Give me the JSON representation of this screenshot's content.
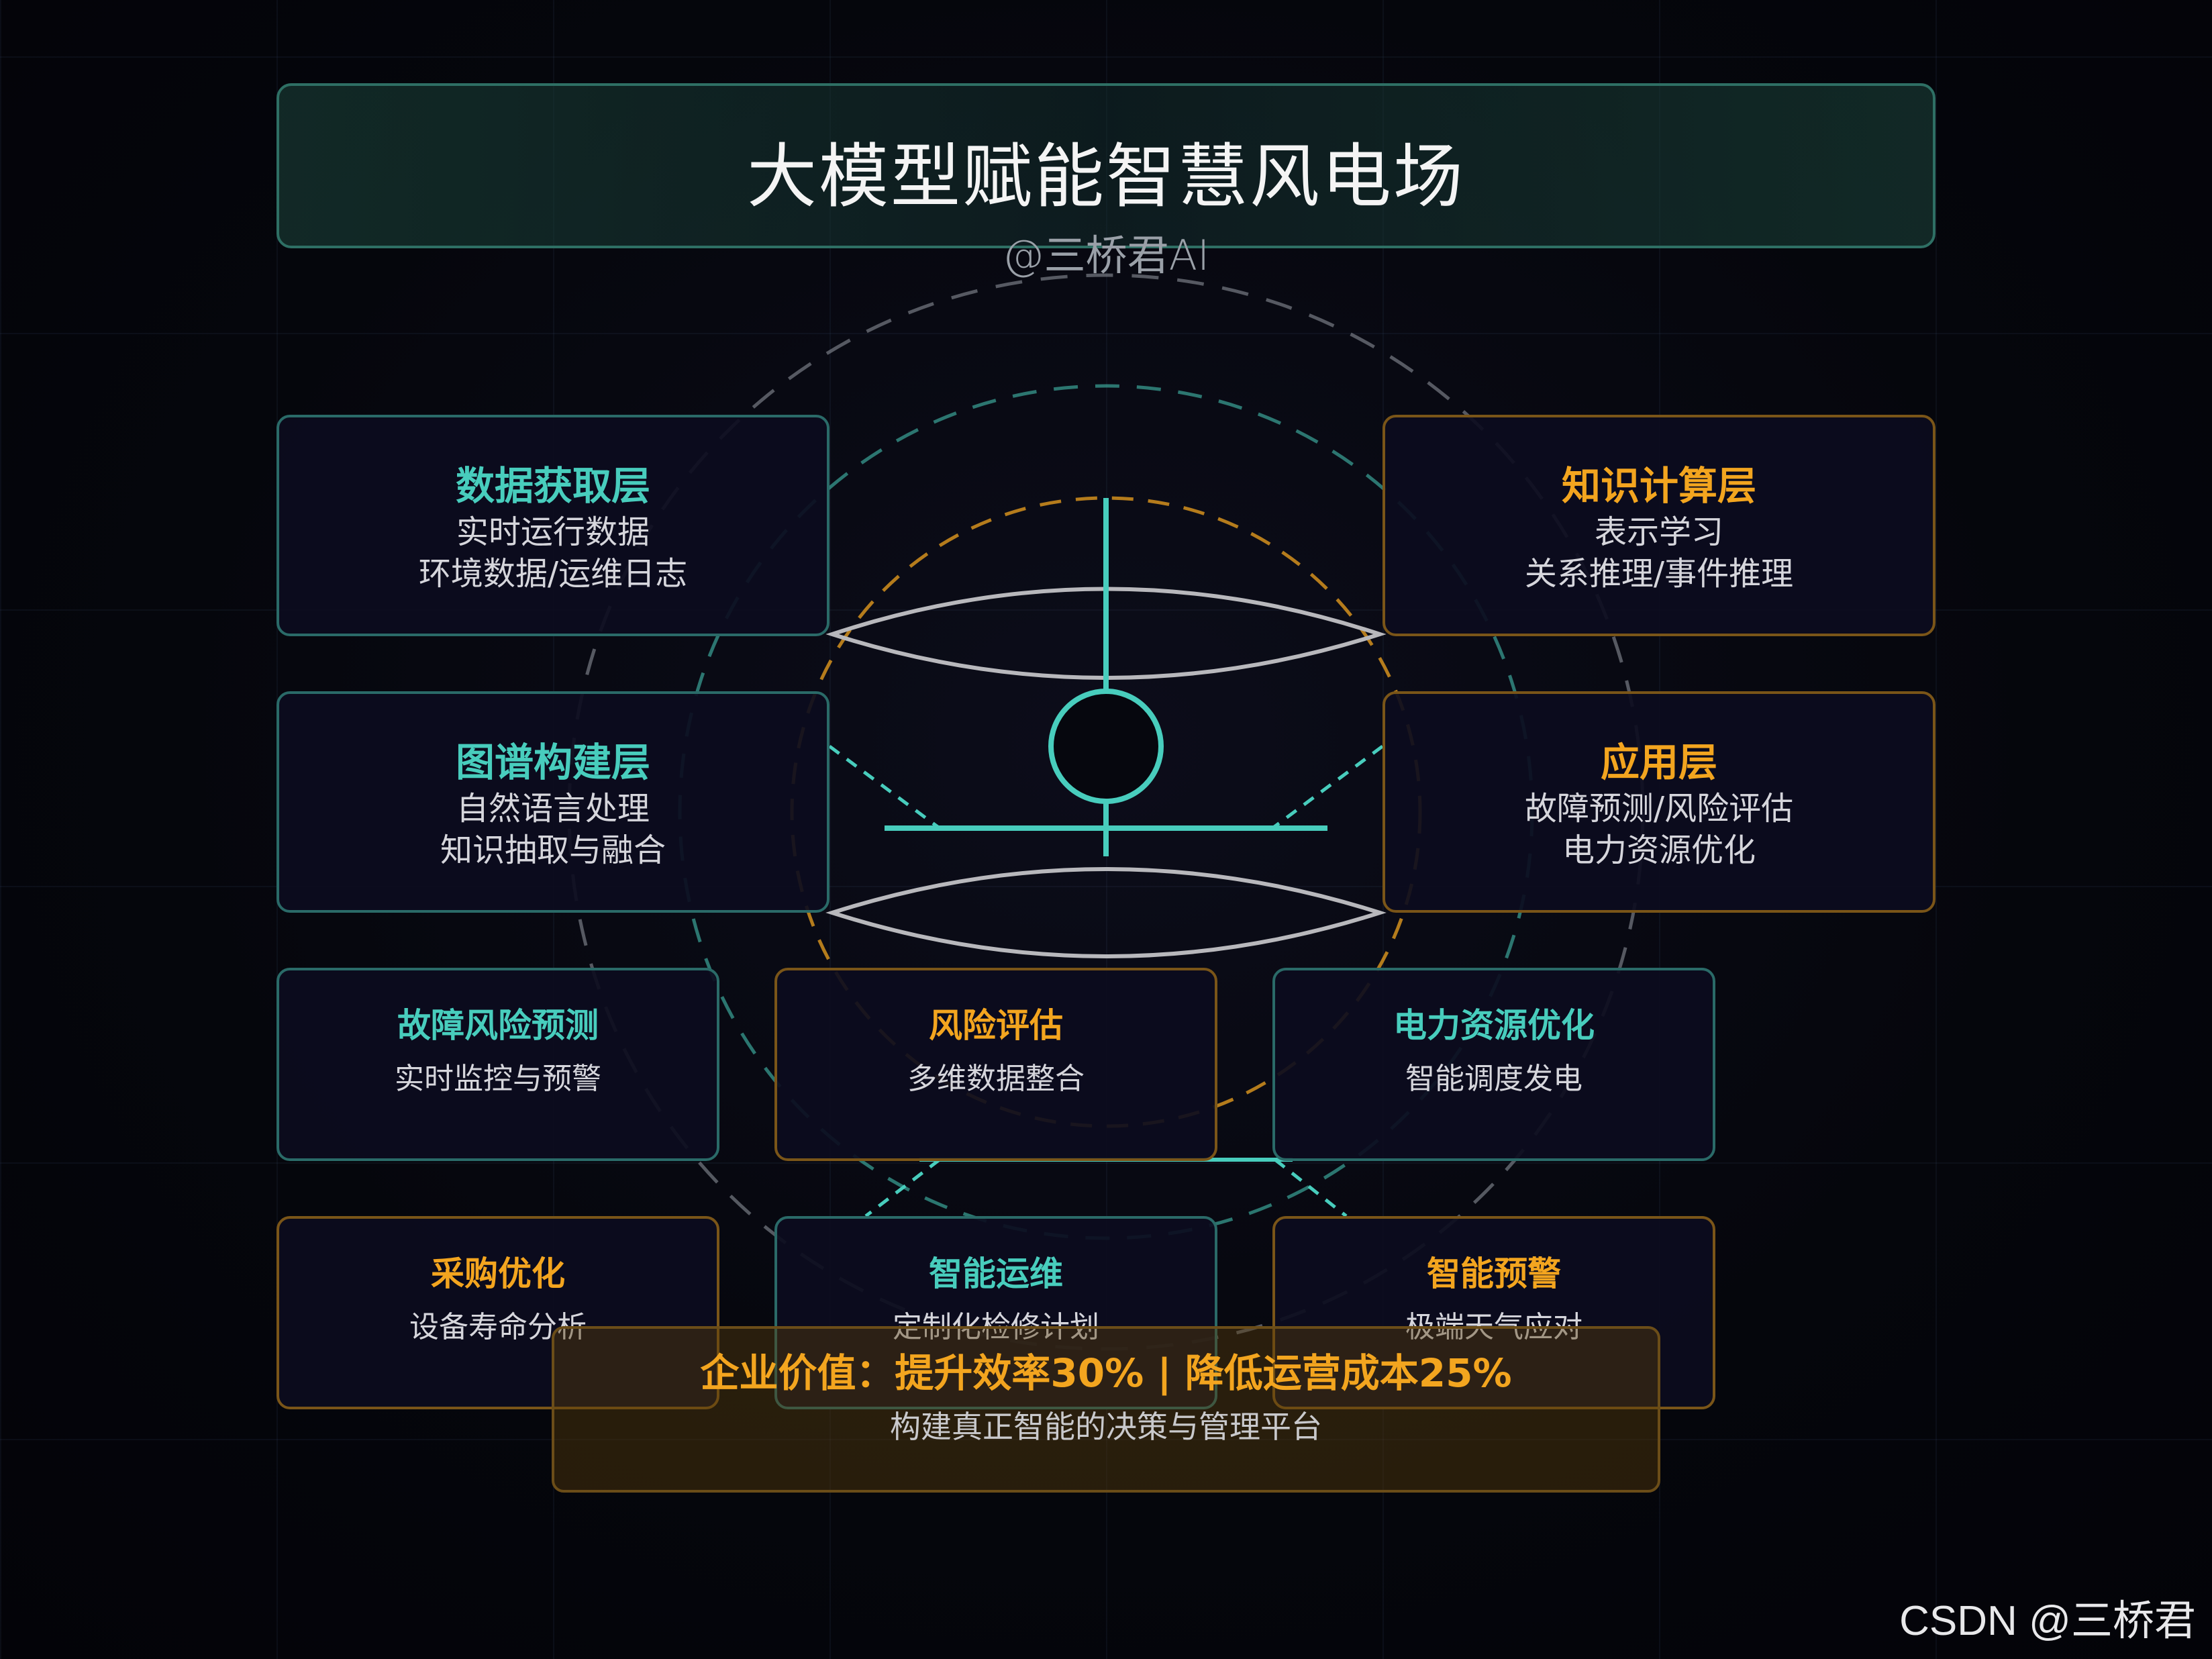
{
  "header": {
    "title": "大模型赋能智慧风电场",
    "subtitle": "@三桥君AI"
  },
  "layers": [
    {
      "title": "数据获取层",
      "lines": [
        "实时运行数据",
        "环境数据/运维日志"
      ]
    },
    {
      "title": "知识计算层",
      "lines": [
        "表示学习",
        "关系推理/事件推理"
      ]
    },
    {
      "title": "图谱构建层",
      "lines": [
        "自然语言处理",
        "知识抽取与融合"
      ]
    },
    {
      "title": "应用层",
      "lines": [
        "故障预测/风险评估",
        "电力资源优化"
      ]
    }
  ],
  "applications": [
    {
      "title": "故障风险预测",
      "line": "实时监控与预警"
    },
    {
      "title": "风险评估",
      "line": "多维数据整合"
    },
    {
      "title": "电力资源优化",
      "line": "智能调度发电"
    },
    {
      "title": "采购优化",
      "line": "设备寿命分析"
    },
    {
      "title": "智能运维",
      "line": "定制化检修计划"
    },
    {
      "title": "智能预警",
      "line": "极端天气应对"
    }
  ],
  "value": {
    "title": "企业价值：提升效率30% | 降低运营成本25%",
    "subtitle": "构建真正智能的决策与管理平台"
  },
  "colors": {
    "teal": "#48cdbd",
    "orange": "#f3a51f",
    "background": "#05060c"
  },
  "watermark": "CSDN @三桥君"
}
